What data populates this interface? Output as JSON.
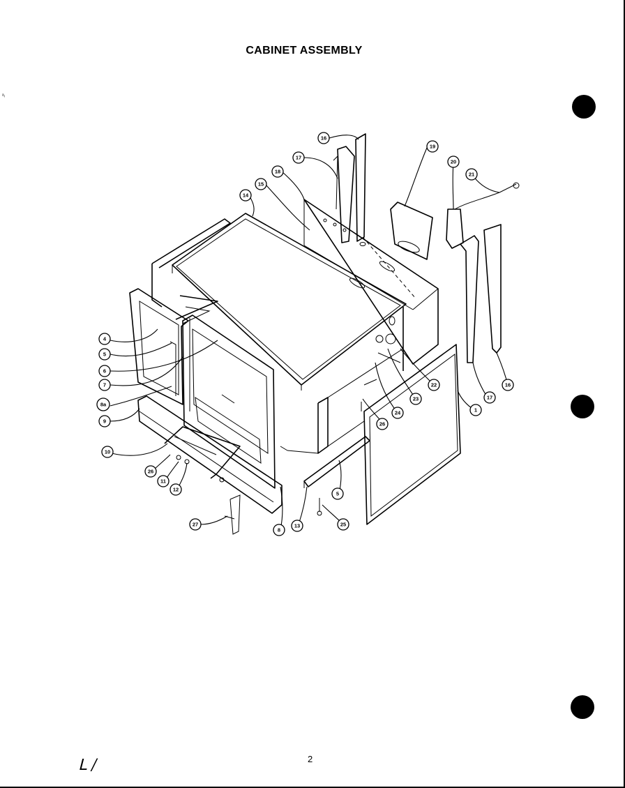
{
  "title": "CABINET ASSEMBLY",
  "page_number": "2",
  "hand_mark": "ᒪ /",
  "edge_mark": "ᵃᵢ",
  "callouts": [
    {
      "label": "16"
    },
    {
      "label": "17"
    },
    {
      "label": "19"
    },
    {
      "label": "20"
    },
    {
      "label": "21"
    },
    {
      "label": "18"
    },
    {
      "label": "15"
    },
    {
      "label": "14"
    },
    {
      "label": "4"
    },
    {
      "label": "5"
    },
    {
      "label": "6"
    },
    {
      "label": "7"
    },
    {
      "label": "8a"
    },
    {
      "label": "9"
    },
    {
      "label": "10"
    },
    {
      "label": "26"
    },
    {
      "label": "11"
    },
    {
      "label": "12"
    },
    {
      "label": "27"
    },
    {
      "label": "8"
    },
    {
      "label": "13"
    },
    {
      "label": "25"
    },
    {
      "label": "5"
    },
    {
      "label": "26"
    },
    {
      "label": "24"
    },
    {
      "label": "23"
    },
    {
      "label": "22"
    },
    {
      "label": "1"
    },
    {
      "label": "17"
    },
    {
      "label": "16"
    }
  ]
}
